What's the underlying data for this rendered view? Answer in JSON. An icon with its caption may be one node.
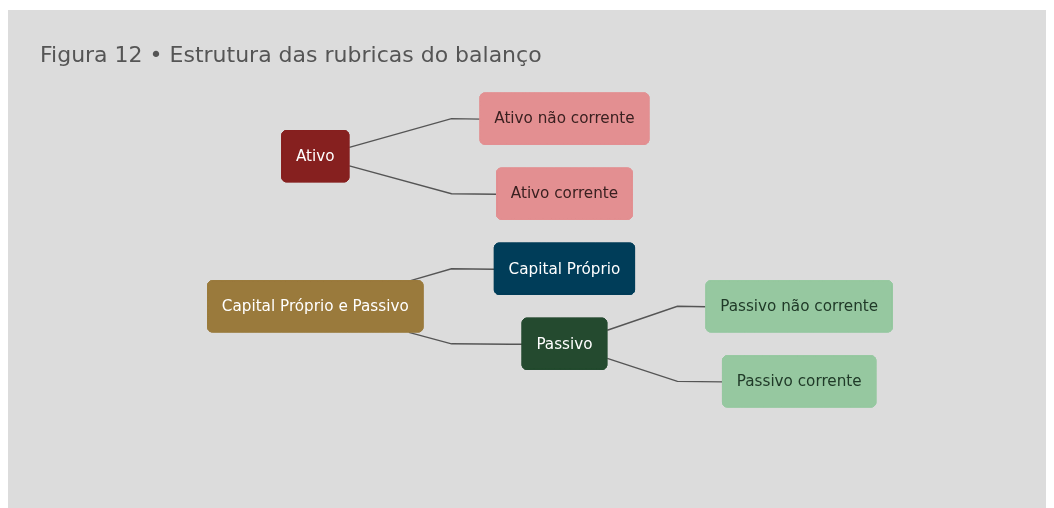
{
  "diagram": {
    "title": "Figura 12 • Estrutura das rubricas do balanço",
    "nodes": [
      {
        "text": [
          "Ativo"
        ]
      },
      {
        "text": [
          "Ativo não corrente"
        ]
      },
      {
        "text": [
          "Ativo corrente"
        ]
      },
      {
        "text": [
          "Capital Próprio e Passivo"
        ]
      },
      {
        "text": [
          "Capital Próprio"
        ]
      },
      {
        "text": [
          "Passivo"
        ]
      },
      {
        "text": [
          "Passivo não corrente"
        ]
      },
      {
        "text": [
          "Passivo corrente"
        ]
      }
    ],
    "edges": [
      {
        "from": 0,
        "to": 1,
        "arrow": "none"
      },
      {
        "from": 0,
        "to": 2,
        "arrow": "none"
      },
      {
        "from": 3,
        "to": 4,
        "arrow": "none"
      },
      {
        "from": 3,
        "to": 5,
        "arrow": "none"
      },
      {
        "from": 5,
        "to": 6,
        "arrow": "none"
      },
      {
        "from": 5,
        "to": 7,
        "arrow": "none"
      }
    ]
  }
}
